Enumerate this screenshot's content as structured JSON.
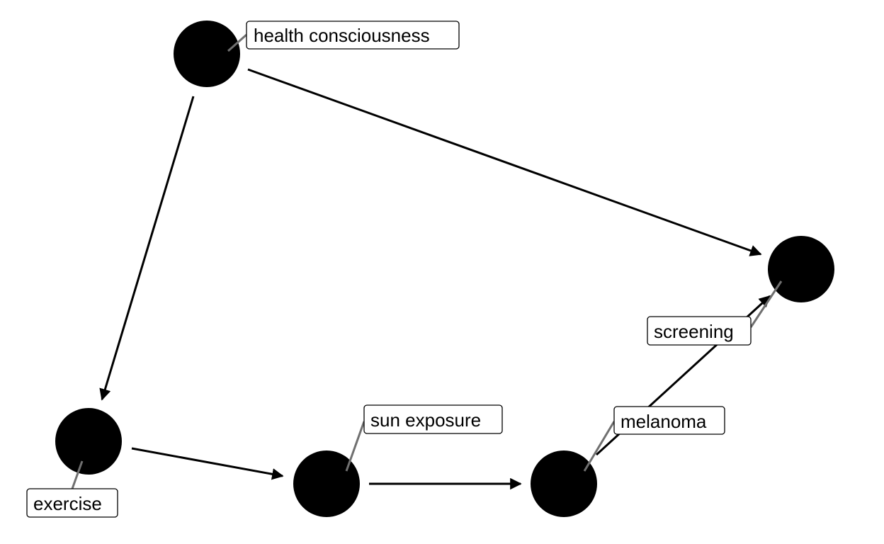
{
  "diagram": {
    "type": "directed-acyclic-graph",
    "nodes": [
      {
        "id": "health_consciousness",
        "label": "health consciousness"
      },
      {
        "id": "exercise",
        "label": "exercise"
      },
      {
        "id": "sun_exposure",
        "label": "sun exposure"
      },
      {
        "id": "melanoma",
        "label": "melanoma"
      },
      {
        "id": "screening",
        "label": "screening"
      }
    ],
    "edges": [
      {
        "from": "health_consciousness",
        "to": "exercise"
      },
      {
        "from": "health_consciousness",
        "to": "screening"
      },
      {
        "from": "exercise",
        "to": "sun_exposure"
      },
      {
        "from": "sun_exposure",
        "to": "melanoma"
      },
      {
        "from": "melanoma",
        "to": "screening"
      }
    ],
    "colors": {
      "node": "#000000",
      "edge": "#000000",
      "leader": "#707070",
      "label_bg": "#ffffff"
    }
  }
}
